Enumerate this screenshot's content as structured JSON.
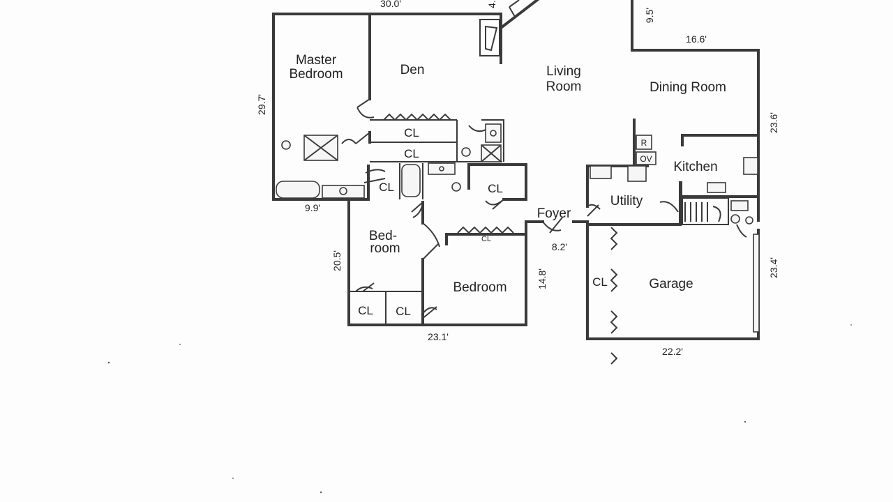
{
  "rooms": {
    "master_bedroom": [
      "Master",
      "Bedroom"
    ],
    "den": "Den",
    "living_room": [
      "Living",
      "Room"
    ],
    "dining_room": "Dining Room",
    "kitchen": "Kitchen",
    "utility": "Utility",
    "foyer": "Foyer",
    "bedroom_left": [
      "Bed-",
      "room"
    ],
    "bedroom_center": "Bedroom",
    "garage": "Garage"
  },
  "closets": {
    "den_top": "CL",
    "den_bottom": "CL",
    "bath_hall": "CL",
    "hall_right": "CL",
    "bedroom_top": "CL",
    "bedroom_left_a": "CL",
    "bedroom_left_b": "CL",
    "garage": "CL"
  },
  "appliances": {
    "refrigerator": "R",
    "oven": "OV"
  },
  "dimensions": {
    "top_width": "30.0'",
    "top_small": "4.",
    "living_notch": "9.5'",
    "dining_width": "16.6'",
    "master_height": "29.7'",
    "dining_height": "23.6'",
    "master_width": "9.9'",
    "bedroom_left_height": "20.5'",
    "foyer_width": "8.2'",
    "bedroom_height": "14.8'",
    "bedroom_width": "23.1'",
    "garage_height": "23.4'",
    "garage_width": "22.2'"
  }
}
